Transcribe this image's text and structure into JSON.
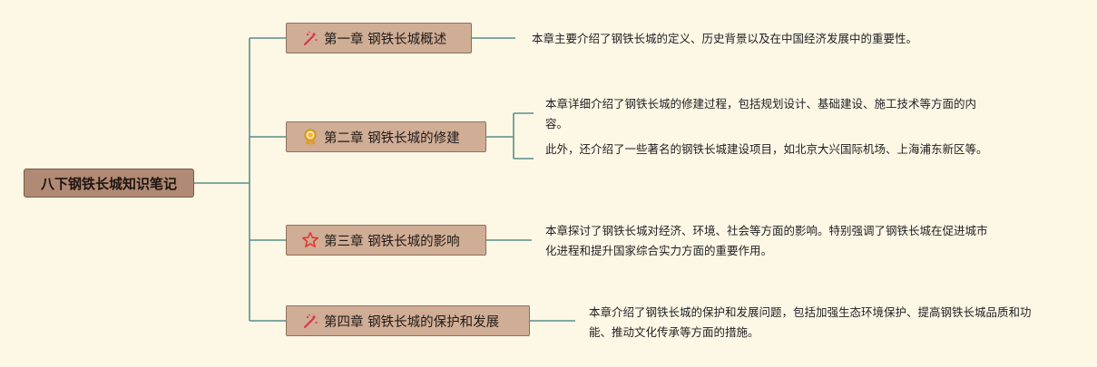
{
  "root": {
    "label": "八下钢铁长城知识笔记"
  },
  "chapters": [
    {
      "label": "第一章 钢铁长城概述",
      "icon": "sparkle-wand-icon",
      "details": [
        "本章主要介绍了钢铁长城的定义、历史背景以及在中国经济发展中的重要性。"
      ]
    },
    {
      "label": "第二章 钢铁长城的修建",
      "icon": "medal-badge-icon",
      "details": [
        "本章详细介绍了钢铁长城的修建过程，包括规划设计、基础建设、施工技术等方面的内容。",
        "此外，还介绍了一些著名的钢铁长城建设项目，如北京大兴国际机场、上海浦东新区等。"
      ]
    },
    {
      "label": "第三章 钢铁长城的影响",
      "icon": "star-outline-icon",
      "details": [
        "本章探讨了钢铁长城对经济、环境、社会等方面的影响。特别强调了钢铁长城在促进城市化进程和提升国家综合实力方面的重要作用。"
      ]
    },
    {
      "label": "第四章 钢铁长城的保护和发展",
      "icon": "sparkle-wand-icon",
      "details": [
        "本章介绍了钢铁长城的保护和发展问题，包括加强生态环境保护、提高钢铁长城品质和功能、推动文化传承等方面的措施。"
      ]
    }
  ],
  "colors": {
    "background": "#fdf7e6",
    "root_fill": "#b08a74",
    "chapter_fill": "#d0ad95",
    "connector": "#5a8f86"
  }
}
